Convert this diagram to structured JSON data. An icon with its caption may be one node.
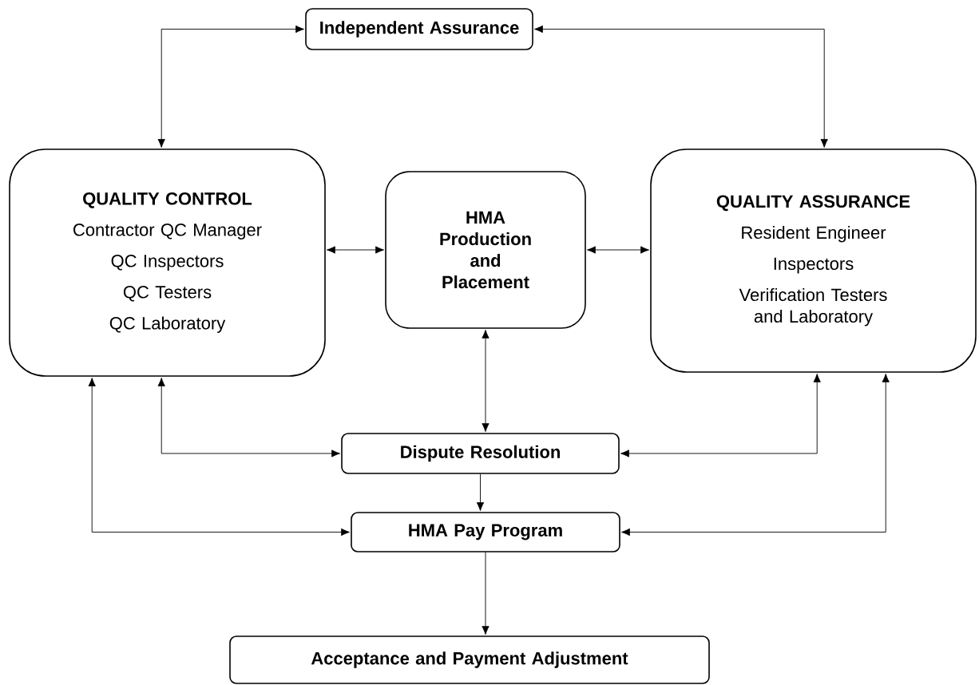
{
  "diagram": {
    "nodes": [
      {
        "text": [
          "Independent Assurance"
        ]
      },
      {
        "text": [
          "QUALITY CONTROL",
          "Contractor QC Manager",
          "QC Inspectors",
          "QC Testers",
          "QC Laboratory"
        ]
      },
      {
        "text": [
          "HMA Production and Placement"
        ]
      },
      {
        "text": [
          "QUALITY ASSURANCE",
          "Resident Engineer",
          "Inspectors",
          "Verification Testers and Laboratory"
        ]
      },
      {
        "text": [
          "Dispute Resolution"
        ]
      },
      {
        "text": [
          "HMA Pay Program"
        ]
      },
      {
        "text": [
          "Acceptance and Payment Adjustment"
        ]
      }
    ],
    "edges": [
      {
        "from": 0,
        "to": 1,
        "arrow": "both"
      },
      {
        "from": 0,
        "to": 3,
        "arrow": "both"
      },
      {
        "from": 1,
        "to": 2,
        "arrow": "both"
      },
      {
        "from": 2,
        "to": 3,
        "arrow": "both"
      },
      {
        "from": 2,
        "to": 4,
        "arrow": "both"
      },
      {
        "from": 1,
        "to": 4,
        "arrow": "both"
      },
      {
        "from": 3,
        "to": 4,
        "arrow": "both"
      },
      {
        "from": 1,
        "to": 5,
        "arrow": "both"
      },
      {
        "from": 3,
        "to": 5,
        "arrow": "both"
      },
      {
        "from": 4,
        "to": 5,
        "arrow": "to"
      },
      {
        "from": 5,
        "to": 6,
        "arrow": "to"
      }
    ]
  }
}
